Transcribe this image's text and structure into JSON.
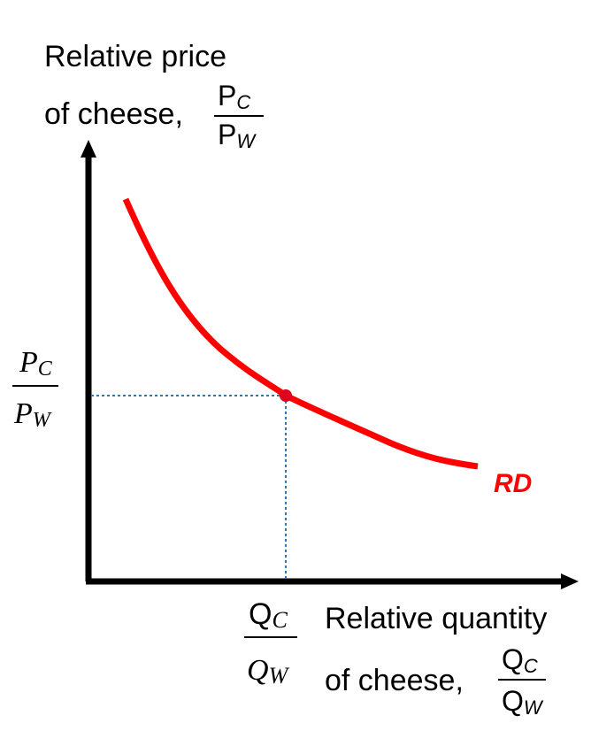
{
  "y_axis": {
    "title_line1": "Relative price",
    "title_line2": "of cheese,",
    "ratio": {
      "num": "P",
      "num_sub": "C",
      "den": "P",
      "den_sub": "W"
    }
  },
  "x_axis": {
    "title_line1": "Relative quantity",
    "title_line2": "of cheese,",
    "ratio": {
      "num": "Q",
      "num_sub": "C",
      "den": "Q",
      "den_sub": "W"
    }
  },
  "equilibrium": {
    "price": {
      "num": "P",
      "num_sub": "C",
      "den": "P",
      "den_sub": "W"
    },
    "quantity": {
      "num": "Q",
      "num_sub": "C",
      "den": "Q",
      "den_sub": "W"
    }
  },
  "curve": {
    "label": "RD",
    "color": "#ff0000"
  },
  "colors": {
    "axis": "#000000",
    "guide": "#2e75b6",
    "point": "#e0001b"
  }
}
